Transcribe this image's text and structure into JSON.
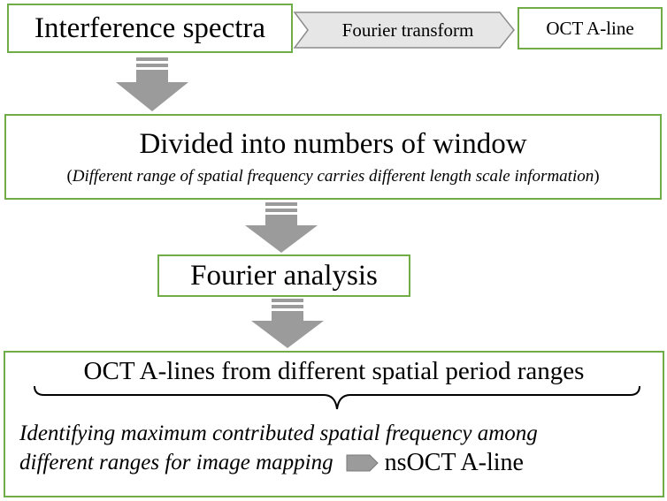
{
  "nodes": {
    "spectra": "Interference spectra",
    "fourier_transform": "Fourier transform",
    "oct_aline": "OCT A-line",
    "window_title": "Divided into numbers of window",
    "window_note_open": "(",
    "window_note": "Different range of spatial frequency carries different length scale information",
    "window_note_close": ")",
    "analysis": "Fourier analysis",
    "result_title": "OCT A-lines from different spatial period ranges",
    "result_line1": "Identifying maximum contributed spatial frequency among",
    "result_line2": "different ranges for image mapping",
    "result_output": "nsOCT A-line"
  },
  "colors": {
    "box_border": "#70ad47",
    "arrow_fill": "#9b9b9b",
    "pointer_fill": "#e6e6e6"
  }
}
